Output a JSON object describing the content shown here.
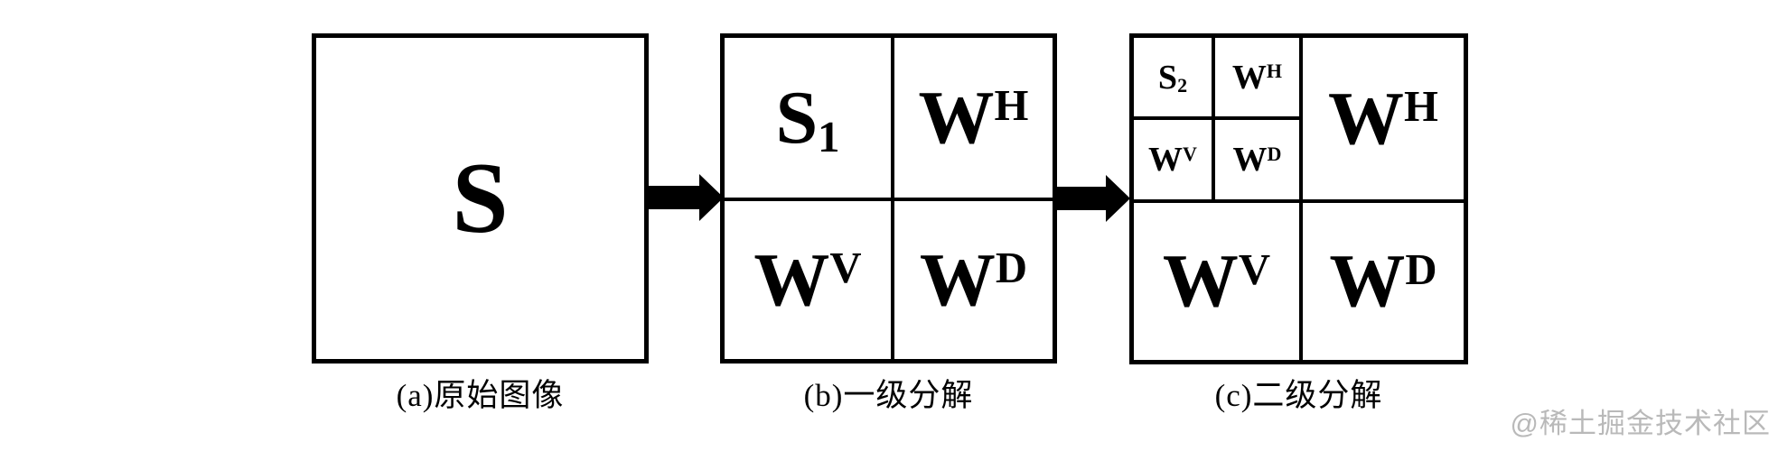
{
  "figure": {
    "colors": {
      "line": "#000000",
      "background": "#ffffff",
      "watermark": "#b9b9b9"
    },
    "icons": {
      "flow_arrow": "black right-pointing block arrow"
    },
    "panels": [
      {
        "id": "a",
        "caption": "(a)原始图像",
        "cells": [
          {
            "base": "S"
          }
        ]
      },
      {
        "id": "b",
        "caption": "(b)一级分解",
        "cells": [
          {
            "base": "S",
            "sub": "1"
          },
          {
            "base": "W",
            "sup": "H"
          },
          {
            "base": "W",
            "sup": "V"
          },
          {
            "base": "W",
            "sup": "D"
          }
        ]
      },
      {
        "id": "c",
        "caption": "(c)二级分解",
        "subcells": [
          {
            "base": "S",
            "sub": "2"
          },
          {
            "base": "W",
            "sup": "H"
          },
          {
            "base": "W",
            "sup": "V"
          },
          {
            "base": "W",
            "sup": "D"
          }
        ],
        "cells": [
          {
            "base": "W",
            "sup": "H"
          },
          {
            "base": "W",
            "sup": "V"
          },
          {
            "base": "W",
            "sup": "D"
          }
        ]
      }
    ],
    "watermark": "@稀土掘金技术社区"
  }
}
